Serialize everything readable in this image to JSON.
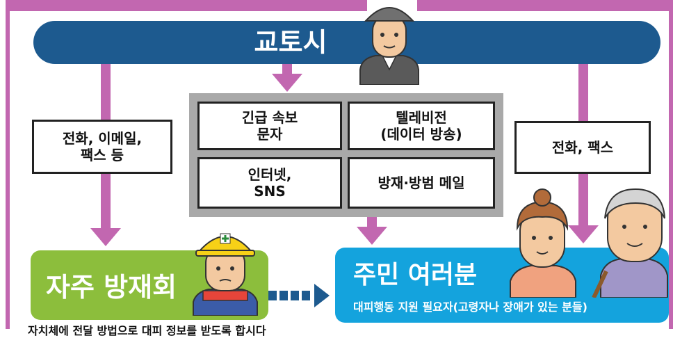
{
  "city": {
    "title": "교토시"
  },
  "side_left": {
    "line1": "전화, 이메일,",
    "line2": "팩스 등"
  },
  "side_right": {
    "label": "전화, 팩스"
  },
  "channels": {
    "emergency": {
      "line1": "긴급 속보",
      "line2": "문자"
    },
    "tv": {
      "line1": "텔레비전",
      "line2": "(데이터 방송)"
    },
    "internet": {
      "line1": "인터넷,",
      "line2": "SNS"
    },
    "mail": {
      "label": "방재·방범 메일"
    }
  },
  "org": {
    "label": "자주 방재회"
  },
  "residents": {
    "label": "주민 여러분",
    "sub": "대피행동 지원 필요자(고령자나 장애가 있는 분들)"
  },
  "bottom_note": "자치체에 전달 방법으로 대피 정보를 받도록 합시다",
  "colors": {
    "frame": "#c267b0",
    "city_bar": "#1d5a8f",
    "org": "#8cbe3c",
    "residents": "#14a3dd"
  }
}
